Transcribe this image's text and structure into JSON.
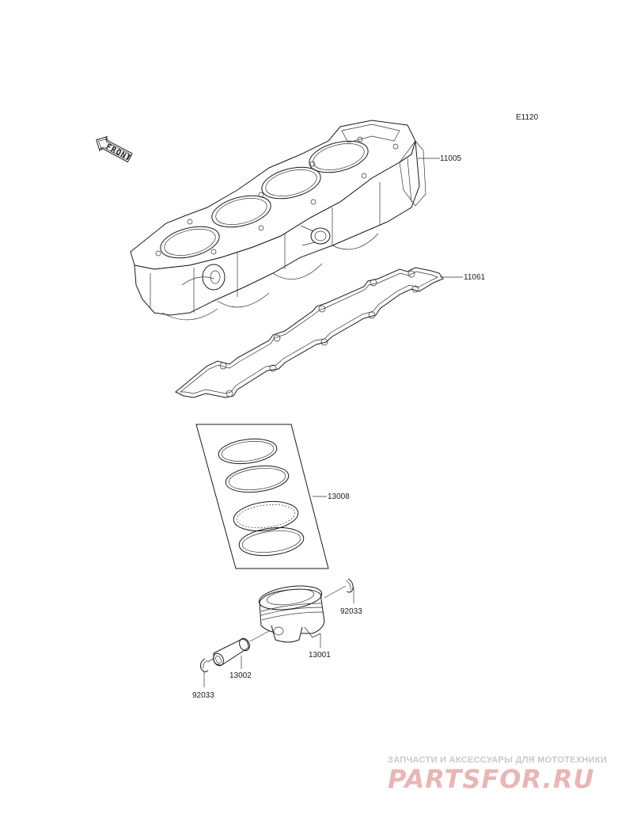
{
  "diagram_code": "E1120",
  "front_marker": "FRONT",
  "parts": {
    "cylinder": "11005",
    "gasket": "11061",
    "ring_set": "13008",
    "piston": "13001",
    "piston_pin": "13002",
    "snap_ring_right": "92033",
    "snap_ring_left": "92033"
  },
  "watermark": {
    "tagline": "ЗАПЧАСТИ И АКСЕССУАРЫ ДЛЯ МОТОТЕХНИКИ",
    "brand": "PARTSFOR.RU",
    "color": "#e8b6b6"
  }
}
